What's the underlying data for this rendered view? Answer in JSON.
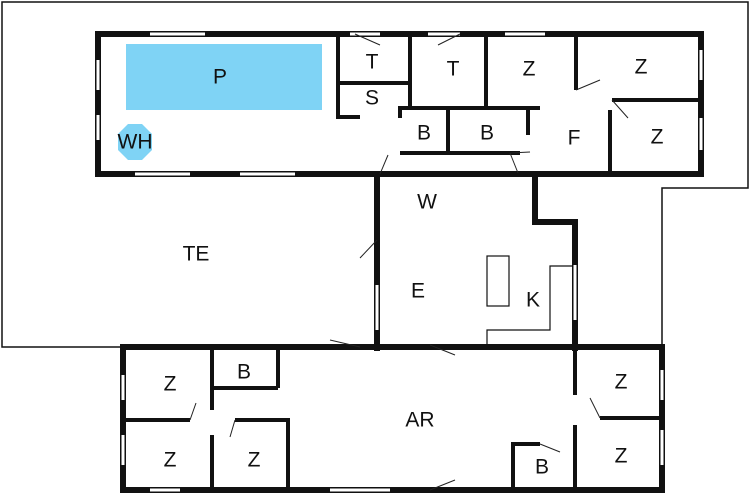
{
  "rooms": {
    "pool": "P",
    "whirlpool": "WH",
    "toilet1": "T",
    "sauna": "S",
    "toilet2": "T",
    "bed1": "Z",
    "bed2": "Z",
    "bath1": "B",
    "bath2": "B",
    "hall": "F",
    "bed3": "Z",
    "living": "W",
    "terrace": "TE",
    "dining": "E",
    "kitchen": "K",
    "bed4": "Z",
    "bath3": "B",
    "bed5": "Z",
    "bed6": "Z",
    "workroom": "AR",
    "bed7": "Z",
    "bed8": "Z",
    "bath4": "B"
  },
  "colors": {
    "pool": "#7fd3f5",
    "wall": "#111111"
  }
}
